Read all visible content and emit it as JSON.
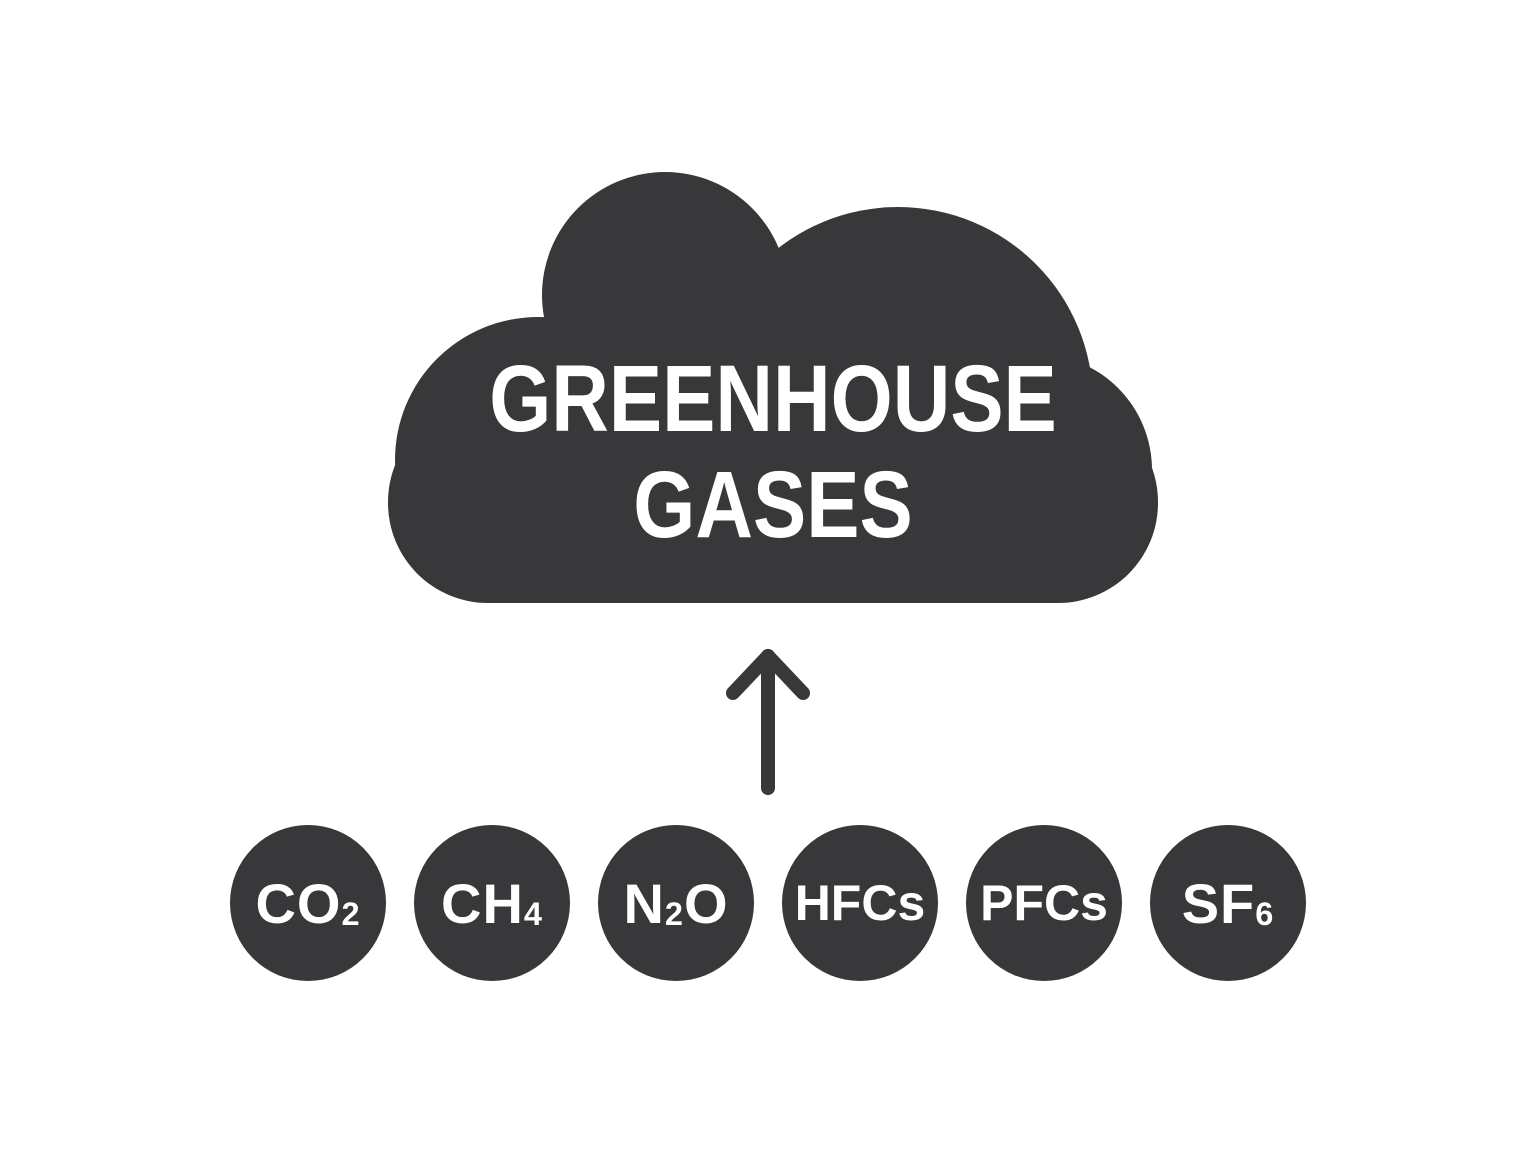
{
  "colors": {
    "ink": "#38383b",
    "bg": "#ffffff",
    "text": "#ffffff"
  },
  "cloud": {
    "icon": "cloud-icon",
    "title_line1": "GREENHOUSE",
    "title_line2": "GASES"
  },
  "arrow": {
    "icon": "up-arrow-icon",
    "direction": "up"
  },
  "gases": [
    {
      "name": "carbon-dioxide",
      "label": "CO2",
      "pre": "CO",
      "sub": "2",
      "post": ""
    },
    {
      "name": "methane",
      "label": "CH4",
      "pre": "CH",
      "sub": "4",
      "post": ""
    },
    {
      "name": "nitrous-oxide",
      "label": "N2O",
      "pre": "N",
      "sub": "2",
      "post": "O"
    },
    {
      "name": "hydrofluorocarbons",
      "label": "HFCs",
      "pre": "HFCs",
      "sub": "",
      "post": ""
    },
    {
      "name": "perfluorocarbons",
      "label": "PFCs",
      "pre": "PFCs",
      "sub": "",
      "post": ""
    },
    {
      "name": "sulfur-hexafluoride",
      "label": "SF6",
      "pre": "SF",
      "sub": "6",
      "post": ""
    }
  ]
}
